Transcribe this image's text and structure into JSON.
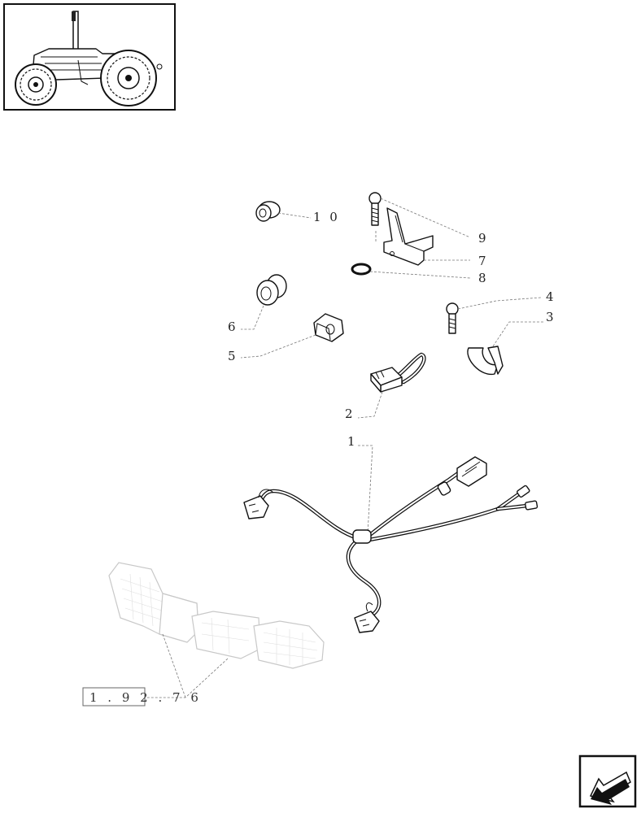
{
  "callouts": [
    {
      "id": "10",
      "label": "1 0"
    },
    {
      "id": "9",
      "label": "9"
    },
    {
      "id": "7",
      "label": "7"
    },
    {
      "id": "8",
      "label": "8"
    },
    {
      "id": "6",
      "label": "6"
    },
    {
      "id": "5",
      "label": "5"
    },
    {
      "id": "4",
      "label": "4"
    },
    {
      "id": "3",
      "label": "3"
    },
    {
      "id": "2",
      "label": "2"
    },
    {
      "id": "1",
      "label": "1"
    }
  ],
  "reference": {
    "label": "1 . 9 2 . 7 6"
  },
  "icons": {
    "thumbnail": "tractor-thumbnail-icon",
    "navigation": "back-arrow-icon"
  }
}
